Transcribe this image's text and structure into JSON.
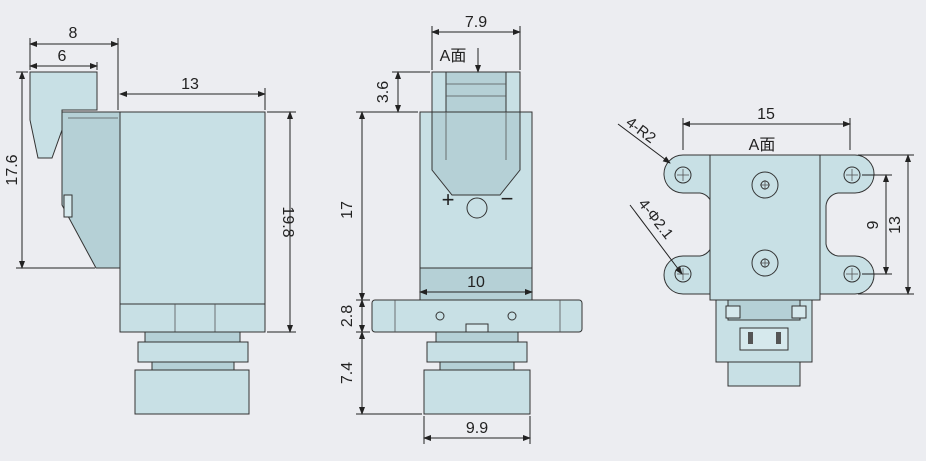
{
  "colors": {
    "background": "#ecedf1",
    "part_fill": "#c8e0e5",
    "line": "#222222"
  },
  "side_view": {
    "dims": {
      "width_top_outer": "8",
      "width_top_inner": "6",
      "body_width": "13",
      "height_bracket": "17.6",
      "body_height": "19.8"
    }
  },
  "front_view": {
    "face_label": "A面",
    "dims": {
      "top_width": "7.9",
      "top_height": "3.6",
      "body_height": "17",
      "body_width": "10",
      "flange_height": "2.8",
      "bottom_height": "7.4",
      "bottom_width": "9.9"
    },
    "symbols": {
      "plus": "+",
      "minus": "−"
    }
  },
  "top_view": {
    "face_label": "A面",
    "dims": {
      "width": "15",
      "hole_spacing": "9",
      "height": "13"
    },
    "notes": {
      "radius": "4-R2",
      "holes": "4-Φ2.1"
    }
  }
}
